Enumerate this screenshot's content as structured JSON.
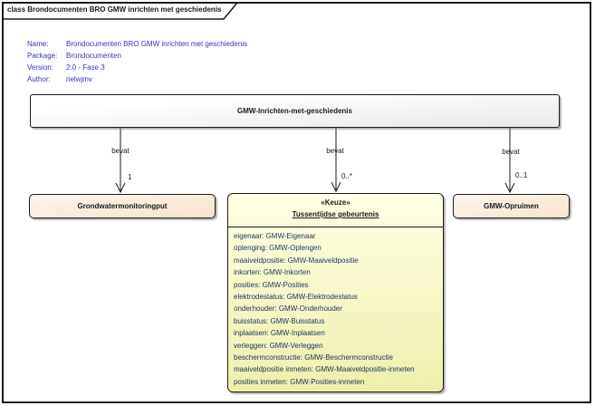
{
  "frame": {
    "tab_title": "class Brondocumenten BRO GMW inrichten met geschiedenis"
  },
  "metadata": {
    "rows": [
      {
        "label": "Name:",
        "value": "Brondocumenten BRO GMW inrichten met geschiedenis"
      },
      {
        "label": "Package:",
        "value": "Brondocumenten"
      },
      {
        "label": "Version:",
        "value": "2.0 - Fase 3"
      },
      {
        "label": "Author:",
        "value": "rielwjmv"
      }
    ]
  },
  "main_class": {
    "name": "GMW-Inrichten-met-geschiedenis"
  },
  "left_class": {
    "name": "Grondwatermonitoringput"
  },
  "right_class": {
    "name": "GMW-Opruimen"
  },
  "choice_class": {
    "stereotype": "«Keuze»",
    "name": "Tussentijdse gebeurtenis",
    "attributes": [
      "eigenaar: GMW-Eigenaar",
      "oplenging: GMW-Oplengen",
      "maaiveldpositie: GMW-Maaiveldpositie",
      "inkorten: GMW-Inkorten",
      "posities: GMW-Posities",
      "elektrodestatus: GMW-Elektrodestatus",
      "onderhouder: GMW-Onderhouder",
      "buisstatus: GMW-Buisstatus",
      "inplaatsen: GMW-Inplaatsen",
      "verleggen: GMW-Verleggen",
      "beschermconstructie: GMW-Beschermconstructie",
      "maaiveldpositie inmeten: GMW-Maaiveldpositie-inmeten",
      "posities inmeten: GMW-Posities-inmeten"
    ]
  },
  "associations": [
    {
      "label": "bevat",
      "multiplicity": "1",
      "target": "Grondwatermonitoringput"
    },
    {
      "label": "bevat",
      "multiplicity": "0..*",
      "target": "Tussentijdse gebeurtenis"
    },
    {
      "label": "bevat",
      "multiplicity": "0..1",
      "target": "GMW-Opruimen"
    }
  ],
  "colors": {
    "frame_border": "#1a1a1a",
    "metadata_text": "#3333c0",
    "attribute_text": "#1f3864",
    "element_fill_peach": "#f6e2cd",
    "element_fill_yellow": "#efefab",
    "element_fill_gray": "#e9e9e9"
  }
}
